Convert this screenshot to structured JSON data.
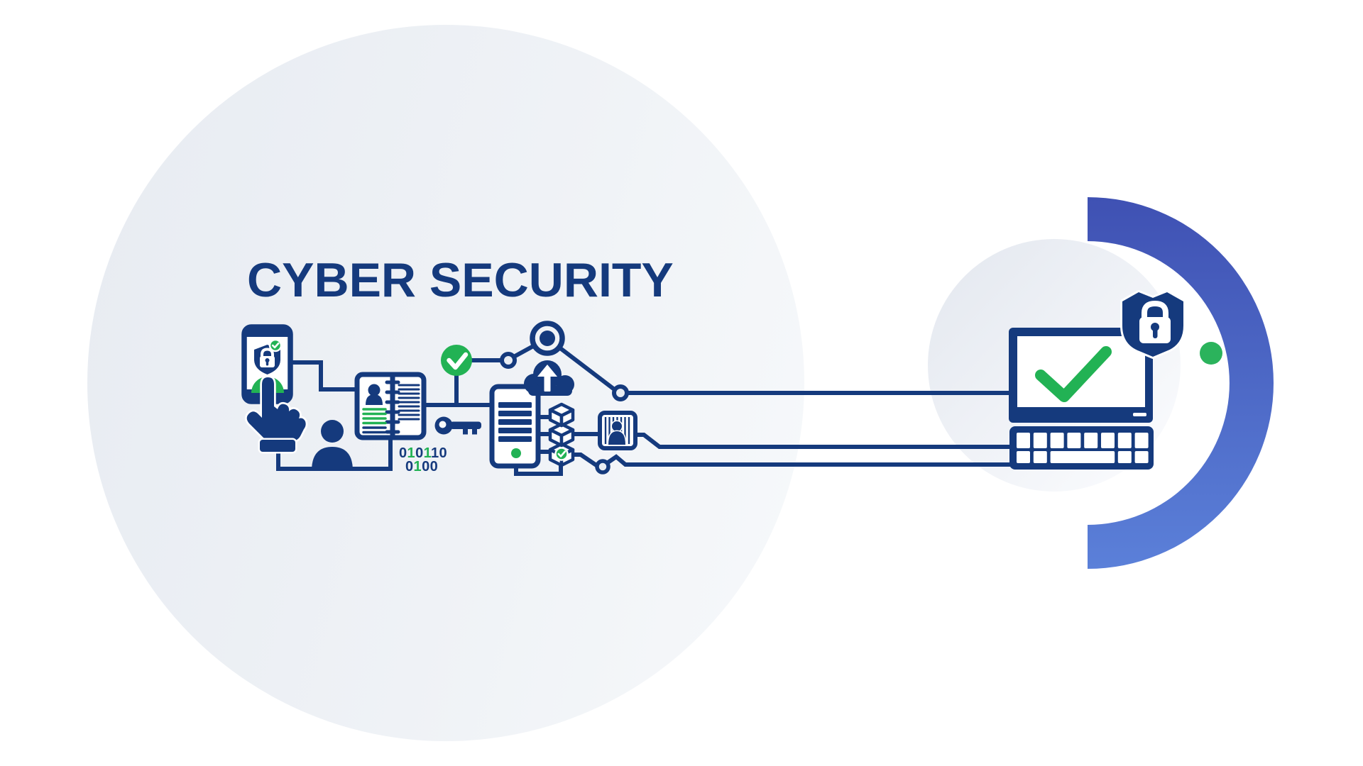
{
  "title": "CYBER SECURITY",
  "binary_code": {
    "line1": [
      {
        "t": "0"
      },
      {
        "t": "1"
      },
      {
        "t": "0"
      },
      {
        "t": "1"
      },
      {
        "t": "10"
      }
    ],
    "line2": [
      {
        "t": "0"
      },
      {
        "t": "1"
      },
      {
        "t": "00"
      }
    ]
  },
  "icons": [
    "phone-lock-icon",
    "tap-hand-icon",
    "user-silhouette-icon",
    "id-book-icon",
    "verified-badge-icon",
    "key-icon",
    "network-nodes-icon",
    "cloud-upload-icon",
    "server-icon",
    "data-blocks-icon",
    "photo-id-icon",
    "monitor-check-icon",
    "shield-lock-icon",
    "keyboard-icon",
    "green-dot",
    "blue-ring-arc"
  ],
  "colors": {
    "navy": "#153A7D",
    "green": "#22B254",
    "ring_top": "#3F51B3",
    "ring_bottom": "#5B80D9",
    "dot": "#2BB35C",
    "left_circle_a": "#E8ECF2",
    "left_circle_b": "#F7F9FB",
    "right_circle_a": "#E5E9F0",
    "right_circle_b": "#FBFCFE",
    "node": "#E9EDF3",
    "surface": "#FFFFFF"
  }
}
